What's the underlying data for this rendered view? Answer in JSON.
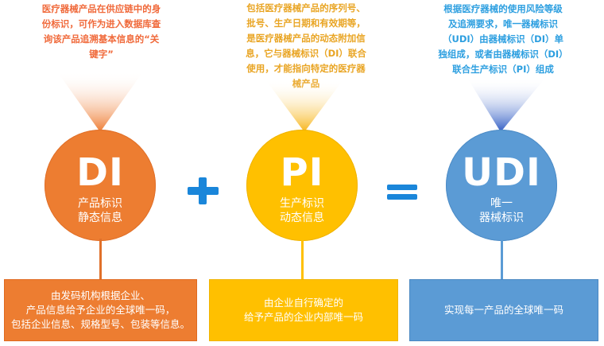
{
  "colors": {
    "di": "#ED7D31",
    "pi": "#FFC000",
    "udi": "#5B9BD5",
    "operator": "#1A86DA",
    "di_text": "#F0693A",
    "pi_text": "#E9A524",
    "udi_text": "#2D9FE0"
  },
  "di": {
    "description": [
      "医疗器械产品在供应链中的身",
      "份标识，可作为进入数据库查",
      "询该产品追溯基本信息的“关",
      "键字”"
    ],
    "code": "DI",
    "subtitle": [
      "产品标识",
      "静态信息"
    ],
    "box_text": [
      "由发码机构根据企业、",
      "产品信息给予企业的全球唯一码，",
      "包括企业信息、规格型号、包装等信息。"
    ]
  },
  "operators": {
    "plus": "plus-sign",
    "equals": "equals-sign"
  },
  "pi": {
    "description": [
      "包括医疗器械产品的序列号、",
      "批号、生产日期和有效期等，",
      "是医疗器械产品的动态附加信",
      "息，它与器械标识（DI）联合",
      "使用，才能指向特定的医疗器",
      "械产品"
    ],
    "code": "PI",
    "subtitle": [
      "生产标识",
      "动态信息"
    ],
    "box_text": [
      "由企业自行确定的",
      "给予产品的企业内部唯一码"
    ]
  },
  "udi": {
    "description": [
      "根据医疗器械的使用风险等级",
      "及追溯要求，唯一器械标识",
      "（UDI）由器械标识（DI）单",
      "独组成，或者由器械标识（DI）",
      "联合生产标识（PI）组成"
    ],
    "code": "UDI",
    "subtitle": [
      "唯一",
      "器械标识"
    ],
    "box_text": [
      "实现每一产品的全球唯一码"
    ]
  }
}
